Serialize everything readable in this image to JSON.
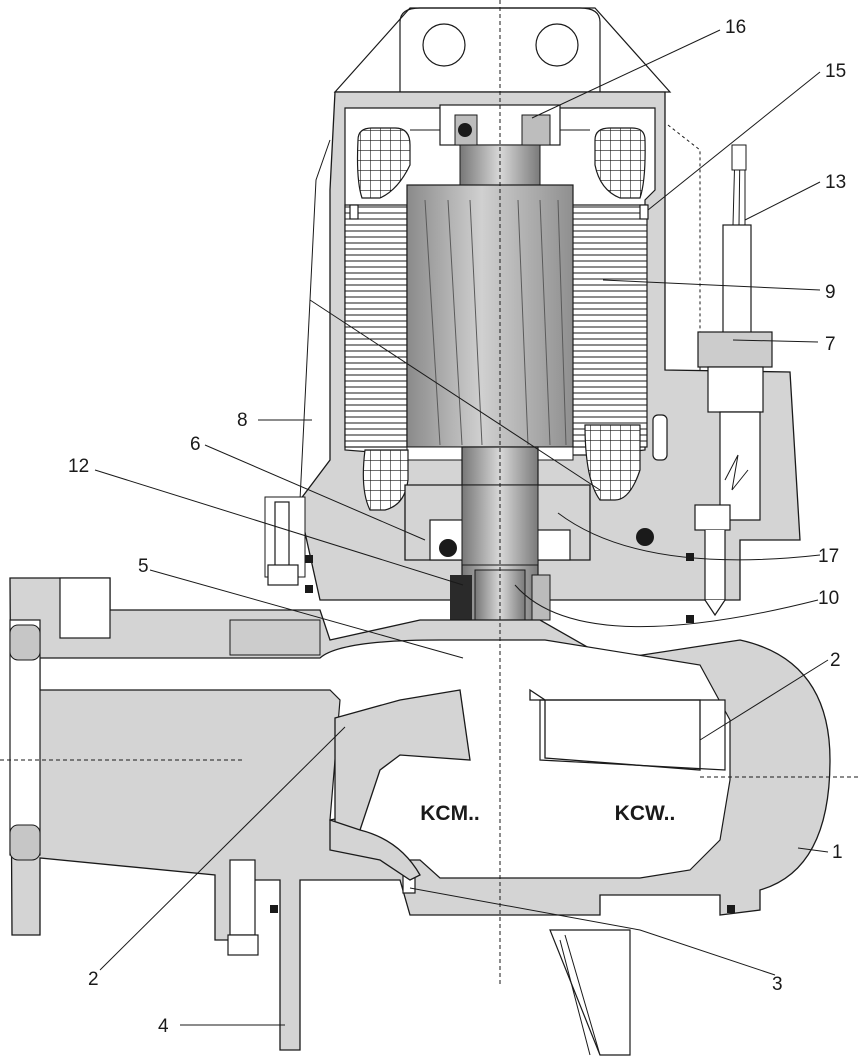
{
  "diagram": {
    "variant_labels": {
      "left": "KCM..",
      "right": "KCW.."
    },
    "callouts": [
      {
        "id": "c16",
        "text": "16"
      },
      {
        "id": "c15",
        "text": "15"
      },
      {
        "id": "c13",
        "text": "13"
      },
      {
        "id": "c9",
        "text": "9"
      },
      {
        "id": "c7",
        "text": "7"
      },
      {
        "id": "c8",
        "text": "8"
      },
      {
        "id": "c6",
        "text": "6"
      },
      {
        "id": "c12",
        "text": "12"
      },
      {
        "id": "c5",
        "text": "5"
      },
      {
        "id": "c17",
        "text": "17"
      },
      {
        "id": "c10",
        "text": "10"
      },
      {
        "id": "c2r",
        "text": "2"
      },
      {
        "id": "c1",
        "text": "1"
      },
      {
        "id": "c2l",
        "text": "2"
      },
      {
        "id": "c3",
        "text": "3"
      },
      {
        "id": "c4",
        "text": "4"
      }
    ]
  }
}
